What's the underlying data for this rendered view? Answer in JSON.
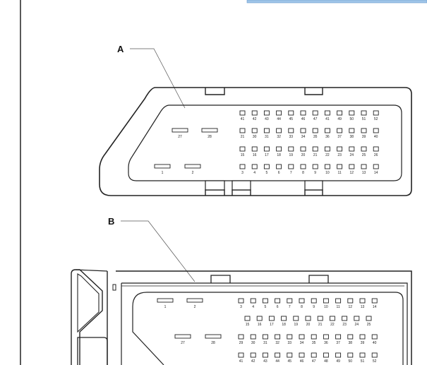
{
  "callouts": {
    "a": {
      "label": "A"
    },
    "b": {
      "label": "B"
    }
  },
  "connector_a": {
    "pin_rows": [
      {
        "row": "top",
        "pins": [
          "41",
          "42",
          "43",
          "44",
          "45",
          "46",
          "47",
          "41",
          "49",
          "50",
          "51",
          "52"
        ]
      },
      {
        "row": "middle",
        "pins": [
          "21",
          "30",
          "31",
          "32",
          "33",
          "34",
          "35",
          "36",
          "37",
          "38",
          "39",
          "40"
        ]
      },
      {
        "row": "lower",
        "pins": [
          "15",
          "16",
          "17",
          "18",
          "19",
          "20",
          "21",
          "22",
          "23",
          "24",
          "25",
          "26"
        ]
      },
      {
        "row": "bottom",
        "pins": [
          "3",
          "4",
          "5",
          "6",
          "7",
          "8",
          "9",
          "10",
          "11",
          "12",
          "13",
          "14"
        ]
      }
    ],
    "large_pins": [
      {
        "id": "p27",
        "label": "27"
      },
      {
        "id": "p28",
        "label": "28"
      },
      {
        "id": "p1",
        "label": "1"
      },
      {
        "id": "p2",
        "label": "2"
      }
    ]
  },
  "connector_b": {
    "pin_rows": [
      {
        "row": "top",
        "pins": [
          "3",
          "4",
          "5",
          "6",
          "7",
          "8",
          "9",
          "10",
          "11",
          "12",
          "13",
          "14"
        ]
      },
      {
        "row": "second",
        "pins": [
          "15",
          "16",
          "17",
          "18",
          "19",
          "20",
          "21",
          "22",
          "23",
          "24",
          "25"
        ]
      },
      {
        "row": "third",
        "pins": [
          "29",
          "30",
          "31",
          "32",
          "33",
          "34",
          "35",
          "36",
          "37",
          "38",
          "39",
          "40"
        ]
      },
      {
        "row": "fourth",
        "pins": [
          "41",
          "42",
          "43",
          "44",
          "45",
          "46",
          "47",
          "48",
          "49",
          "50",
          "51",
          "52"
        ]
      }
    ],
    "large_pins": [
      {
        "id": "p1",
        "label": "1"
      },
      {
        "id": "p2",
        "label": "2"
      },
      {
        "id": "p27",
        "label": "27"
      },
      {
        "id": "p28",
        "label": "28"
      }
    ]
  },
  "colors": {
    "stroke": "#222222",
    "header_bar": "#9fc4e8"
  }
}
